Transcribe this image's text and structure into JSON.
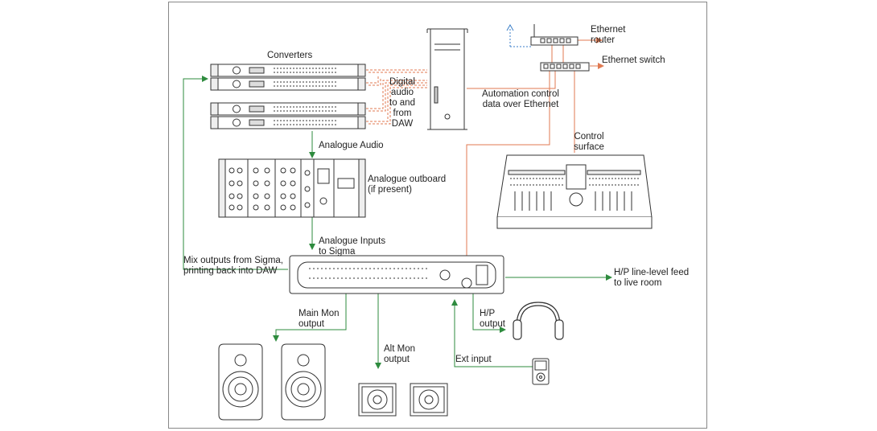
{
  "labels": {
    "converters": "Converters",
    "digital_audio": "Digital\naudio\nto and\nfrom\nDAW",
    "automation": "Automation control\ndata over Ethernet",
    "ethernet_router": "Ethernet\nrouter",
    "ethernet_switch": "Ethernet switch",
    "control_surface": "Control\nsurface",
    "analogue_audio": "Analogue Audio",
    "analogue_outboard": "Analogue outboard\n(if present)",
    "analogue_inputs": "Analogue Inputs\nto Sigma",
    "mix_outputs": "Mix outputs from Sigma,\nprinting back into DAW",
    "hp_feed": "H/P line-level feed\nto live room",
    "main_mon": "Main Mon\noutput",
    "alt_mon": "Alt Mon\noutput",
    "hp_output": "H/P\noutput",
    "ext_input": "Ext input"
  },
  "colors": {
    "analogue_signal": "#2e8b3e",
    "digital_signal": "#e07a52",
    "hardware_outline": "#333333"
  },
  "icons": {
    "router": "wifi-router-icon",
    "switch": "network-switch-icon",
    "computer": "tower-computer-icon",
    "headphones": "headphones-icon",
    "media_player": "ipod-icon"
  }
}
